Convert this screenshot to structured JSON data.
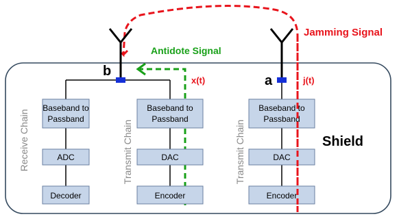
{
  "labels": {
    "jamming_signal": "Jamming Signal",
    "antidote_signal": "Antidote Signal",
    "node_b": "b",
    "node_a": "a",
    "xt": "x(t)",
    "jt": "j(t)",
    "shield": "Shield",
    "receive_chain": "Receive Chain",
    "transmit_chain_1": "Transmit Chain",
    "transmit_chain_2": "Transmit Chain"
  },
  "blocks": {
    "rx_bb_line1": "Baseband to",
    "rx_bb_line2": "Passband",
    "rx_adc": "ADC",
    "rx_decoder": "Decoder",
    "tx1_bb_line1": "Baseband to",
    "tx1_bb_line2": "Passband",
    "tx1_dac": "DAC",
    "tx1_encoder": "Encoder",
    "tx2_bb_line1": "Baseband to",
    "tx2_bb_line2": "Passband",
    "tx2_dac": "DAC",
    "tx2_encoder": "Encoder"
  },
  "colors": {
    "jamming": "#e8141c",
    "antidote": "#18a018",
    "port": "#1530d8",
    "block_fill": "#c6d5e9",
    "block_stroke": "#6a7fa0",
    "chain_text": "#888888"
  }
}
